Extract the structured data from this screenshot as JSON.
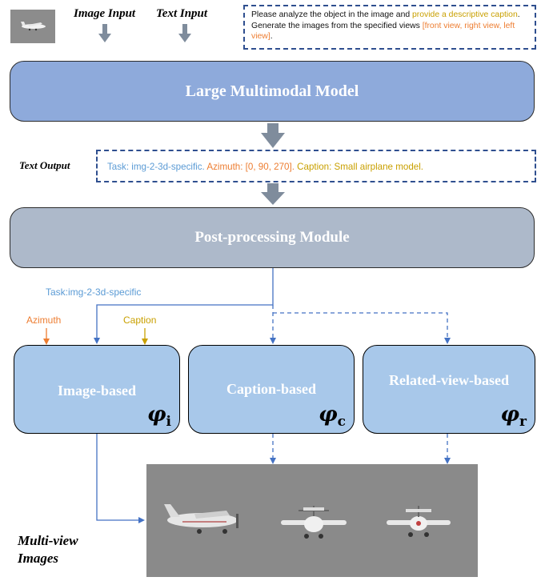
{
  "inputs": {
    "image_label": "Image Input",
    "text_label": "Text Input",
    "prompt": {
      "part1": "Please analyze the object in the image and ",
      "part2": "provide a descriptive caption",
      "part3": ". Generate the images from the specified views ",
      "part4": "[front view, right view, left view]",
      "part5": "."
    }
  },
  "llm": {
    "title": "Large Multimodal Model"
  },
  "text_output": {
    "label": "Text Output",
    "task": "Task: img-2-3d-specific.",
    "azimuth": " Azimuth: [0, 90, 270].",
    "caption": " Caption: Small airplane model."
  },
  "post": {
    "title": "Post-processing Module"
  },
  "routing": {
    "task_label": "Task:img-2-3d-specific",
    "azimuth_label": "Azimuth",
    "caption_label": "Caption"
  },
  "modules": [
    {
      "title": "Image-based",
      "phi": "φ",
      "sub": "i"
    },
    {
      "title": "Caption-based",
      "phi": "φ",
      "sub": "c"
    },
    {
      "title": "Related-view-based",
      "phi": "φ",
      "sub": "r"
    }
  ],
  "output": {
    "label_line1": "Multi-view",
    "label_line2": "Images"
  },
  "colors": {
    "arrow_gray": "#7f8c9c",
    "blue": "#4472c4",
    "orange": "#ed7d31",
    "gold": "#c9a000",
    "task_blue": "#5b9bd5"
  }
}
